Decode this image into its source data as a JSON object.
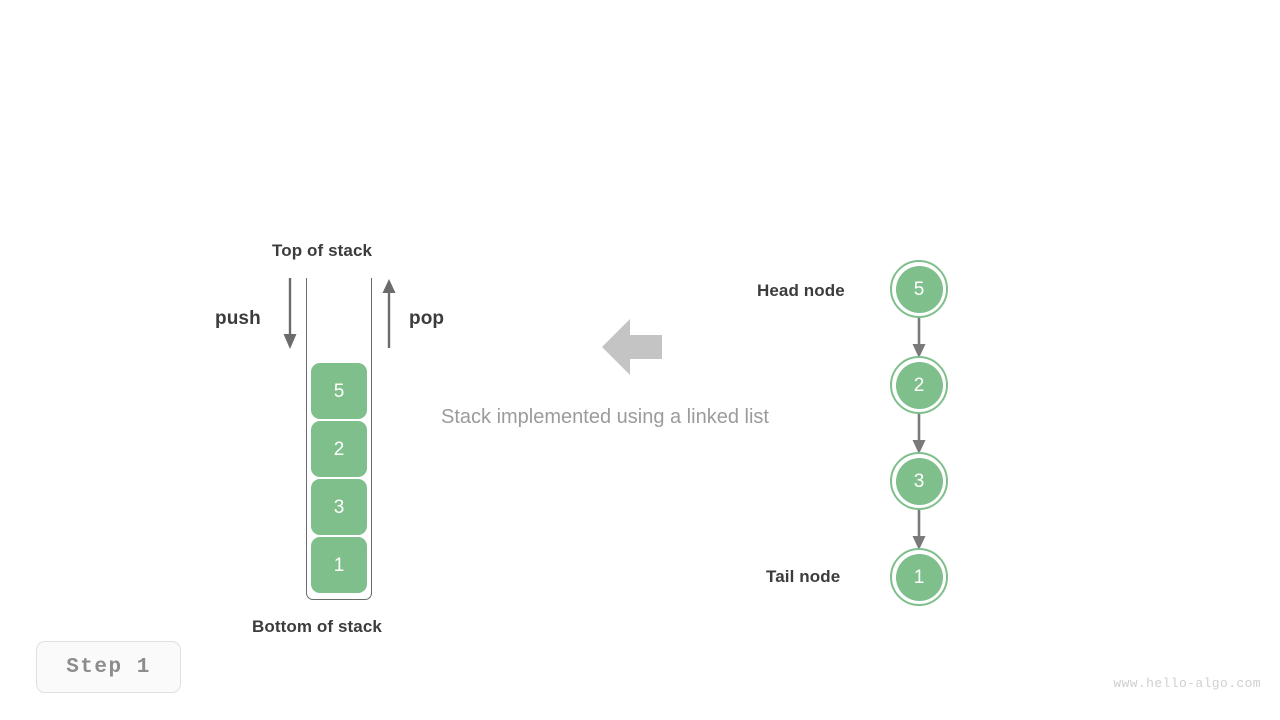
{
  "diagram": {
    "caption": "Stack implemented using a linked list",
    "step_badge": "Step  1",
    "watermark": "www.hello-algo.com"
  },
  "stack_side": {
    "top_label": "Top of stack",
    "bottom_label": "Bottom of stack",
    "push_label": "push",
    "pop_label": "pop",
    "cells": [
      {
        "value": "5"
      },
      {
        "value": "2"
      },
      {
        "value": "3"
      },
      {
        "value": "1"
      }
    ]
  },
  "linked_list_side": {
    "head_label": "Head node",
    "tail_label": "Tail node",
    "nodes": [
      {
        "value": "5"
      },
      {
        "value": "2"
      },
      {
        "value": "3"
      },
      {
        "value": "1"
      }
    ]
  },
  "colors": {
    "node_green": "#7fbf8b",
    "arrow_gray": "#6b6b6b",
    "block_arrow_gray": "#c4c4c4",
    "text_dark": "#3c3c3c",
    "caption_gray": "#9b9b9b",
    "watermark_gray": "#cfcfcf"
  }
}
